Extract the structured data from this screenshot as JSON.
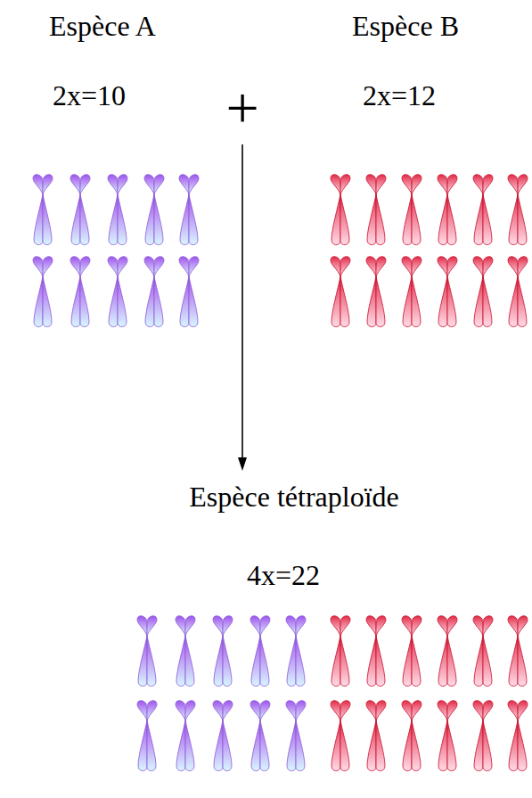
{
  "diagram": {
    "labels": [
      "Espèce A",
      "2x=10",
      "Espèce B",
      "2x=12",
      "+",
      "Espèce tétraploïde",
      "4x=22"
    ]
  }
}
